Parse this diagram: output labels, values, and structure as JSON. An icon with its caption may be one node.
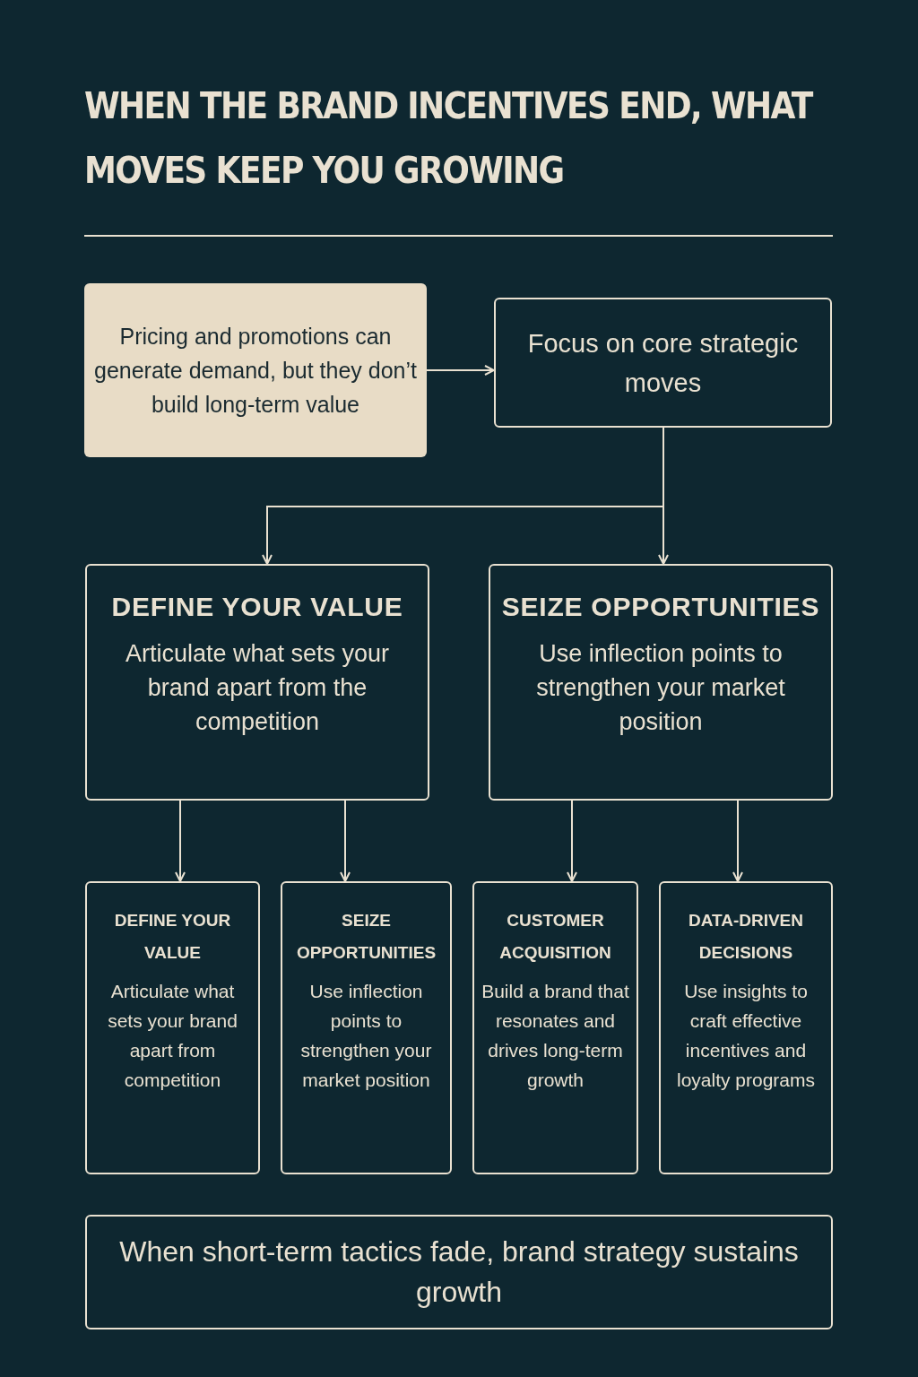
{
  "diagram": {
    "title": "WHEN THE BRAND INCENTIVES END, WHAT MOVES KEEP YOU GROWING",
    "nodes": [
      {
        "text": [
          "Pricing and promotions can generate demand, but they don’t build long-term value"
        ]
      },
      {
        "text": [
          "Focus on core strategic moves"
        ]
      },
      {
        "text": [
          "DEFINE YOUR VALUE",
          "Articulate what sets your brand apart from the competition"
        ]
      },
      {
        "text": [
          "SEIZE OPPORTUNITIES",
          "Use inflection points to strengthen your market position"
        ]
      },
      {
        "text": [
          "DEFINE YOUR VALUE",
          "Articulate what sets your brand apart from competition"
        ]
      },
      {
        "text": [
          "SEIZE OPPORTUNITIES",
          "Use inflection points to strengthen your market position"
        ]
      },
      {
        "text": [
          "CUSTOMER ACQUISITION",
          "Build a brand that resonates and drives long-term growth"
        ]
      },
      {
        "text": [
          "DATA-DRIVEN DECISIONS",
          "Use insights to craft effective incentives and loyalty programs"
        ]
      },
      {
        "text": [
          "When short-term tactics fade, brand strategy sustains growth"
        ]
      }
    ],
    "edges": [
      {
        "from": 0,
        "to": 1,
        "arrow": "to"
      },
      {
        "from": 1,
        "to": 2,
        "arrow": "to"
      },
      {
        "from": 1,
        "to": 3,
        "arrow": "to"
      },
      {
        "from": 2,
        "to": 4,
        "arrow": "to"
      },
      {
        "from": 2,
        "to": 5,
        "arrow": "to"
      },
      {
        "from": 3,
        "to": 6,
        "arrow": "to"
      },
      {
        "from": 3,
        "to": 7,
        "arrow": "to"
      }
    ]
  }
}
